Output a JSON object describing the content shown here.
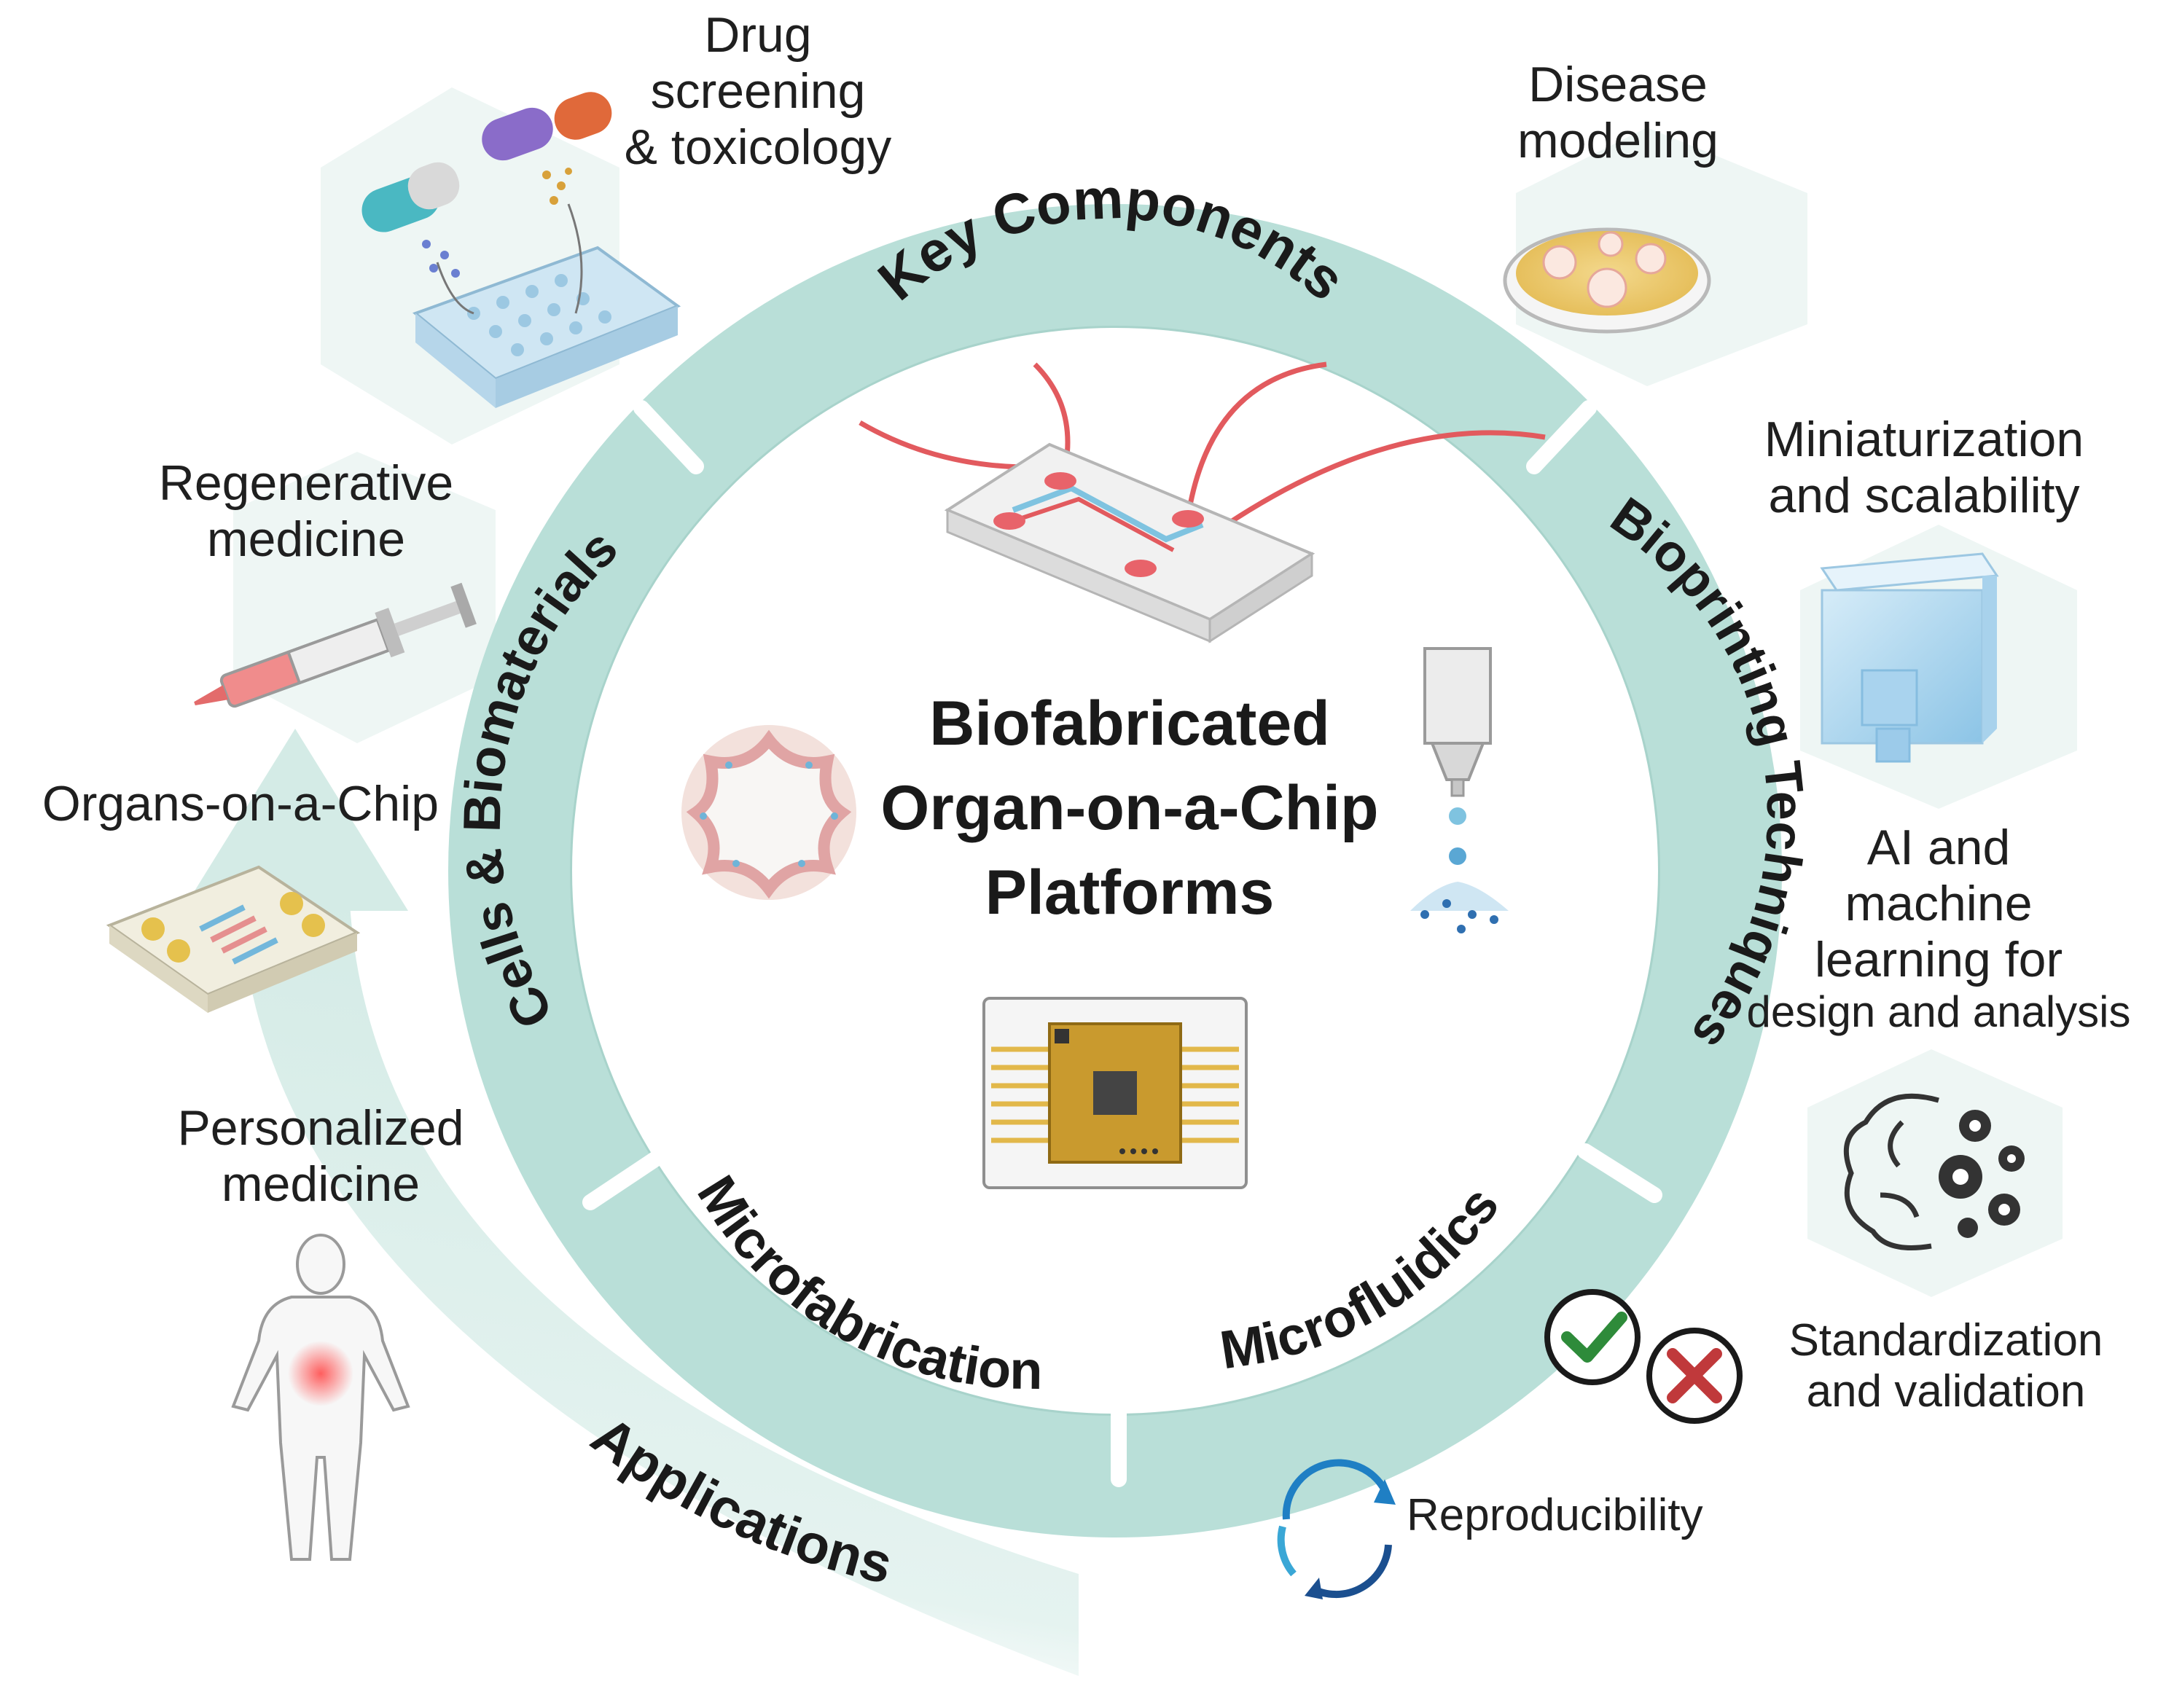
{
  "center": {
    "title_lines": [
      "Biofabricated",
      "Organ-on-a-Chip",
      "Platforms"
    ]
  },
  "ring": {
    "segments": [
      {
        "id": "key",
        "label": "Key Components"
      },
      {
        "id": "bioprinting",
        "label": "Bioprinting Techniques"
      },
      {
        "id": "microfluidics",
        "label": "Microfluidics"
      },
      {
        "id": "microfabrication",
        "label": "Microfabrication"
      },
      {
        "id": "cells",
        "label": "Cells & Biomaterials"
      }
    ]
  },
  "applications": {
    "arrow_label": "Applications",
    "items": [
      {
        "id": "drug",
        "lines": [
          "Drug",
          "screening",
          "& toxicology"
        ]
      },
      {
        "id": "regen",
        "lines": [
          "Regenerative",
          "medicine"
        ]
      },
      {
        "id": "ooc",
        "lines": [
          "Organs-on-a-Chip"
        ]
      },
      {
        "id": "personal",
        "lines": [
          "Personalized",
          "medicine"
        ]
      }
    ]
  },
  "challenges": {
    "items": [
      {
        "id": "disease",
        "lines": [
          "Disease",
          "modeling"
        ]
      },
      {
        "id": "mini",
        "lines": [
          "Miniaturization",
          "and scalability"
        ]
      },
      {
        "id": "ai",
        "lines": [
          "AI and",
          "machine",
          "learning for",
          "design and analysis"
        ]
      },
      {
        "id": "standard",
        "lines": [
          "Standardization",
          "and validation"
        ]
      },
      {
        "id": "repro",
        "lines": [
          "Reproducibility"
        ]
      }
    ]
  },
  "colors": {
    "ring": "#b9dfd8",
    "ring_shadow": "#a8d3cb",
    "arrow": "#d9eeea",
    "hexagon": "#eef6f4",
    "chip_red": "#e25a5e",
    "check_green": "#2e8b3a",
    "cross_red": "#c0393b",
    "cycle_blue": "#1f7fc4"
  },
  "icons": [
    "pill-icon",
    "well-plate-icon",
    "petri-dish-icon",
    "syringe-icon",
    "chip-device-icon",
    "organoid-icon",
    "bioprinter-nozzle-icon",
    "circuit-chip-icon",
    "cube-icon",
    "brain-gears-icon",
    "human-body-icon",
    "check-icon",
    "cross-icon",
    "cycle-icon"
  ]
}
